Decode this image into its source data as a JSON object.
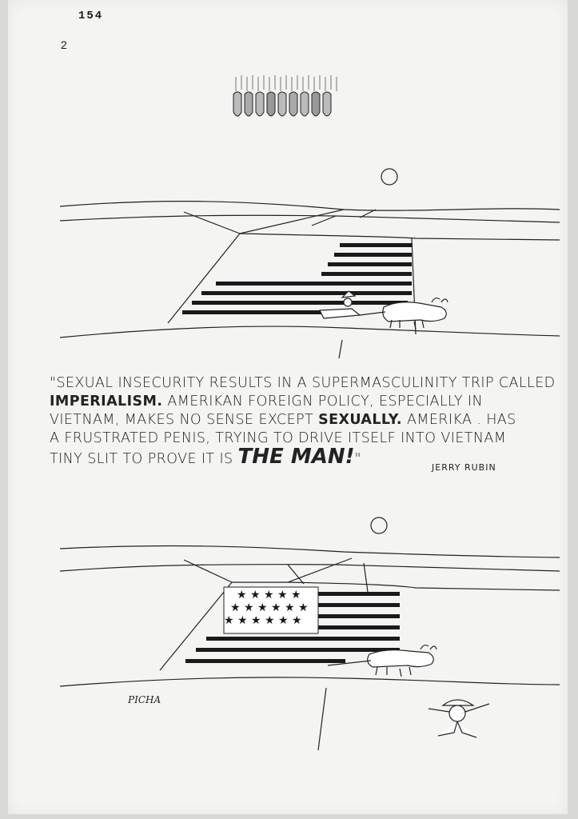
{
  "page": {
    "number_top": "154",
    "number_side": "2"
  },
  "quote": {
    "line1": "\"SEXUAL INSECURITY RESULTS IN A SUPERMASCULINITY TRIP CALLED",
    "line2_bold": "IMPERIALISM.",
    "line2_rest": " AMERIKAN FOREIGN POLICY, ESPECIALLY IN",
    "line3_start": "VIETNAM, MAKES NO SENSE EXCEPT ",
    "line3_bold": "SEXUALLY.",
    "line3_rest": " AMERIKA . HAS",
    "line4": "A FRUSTRATED PENIS, TRYING TO DRIVE ITSELF INTO VIETNAM",
    "line5_start": "TINY SLIT TO PROVE IT IS ",
    "line5_big": "THE MAN!",
    "line5_end": "\""
  },
  "attribution": "JERRY RUBIN",
  "signature": "PICHA",
  "illustrations": [
    {
      "name": "top-panel",
      "description_icons": [
        "moon-icon",
        "flag-rug-icon",
        "ox-icon",
        "farmer-icon"
      ]
    },
    {
      "name": "bottom-panel",
      "description_icons": [
        "moon-icon",
        "flag-rug-icon",
        "ox-icon",
        "fleeing-figure-icon"
      ]
    }
  ]
}
